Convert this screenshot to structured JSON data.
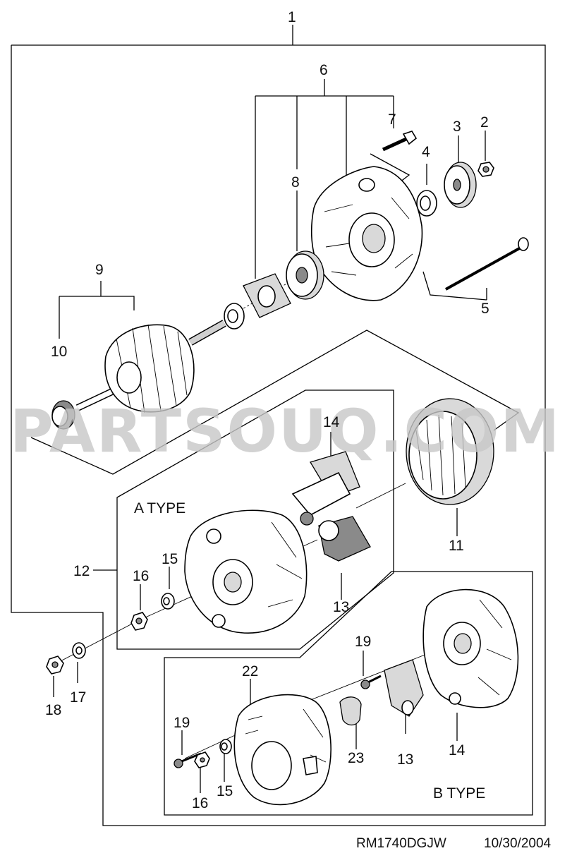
{
  "labels": {
    "p1": "1",
    "p2": "2",
    "p3": "3",
    "p4": "4",
    "p5": "5",
    "p6": "6",
    "p7": "7",
    "p8": "8",
    "p9": "9",
    "p10": "10",
    "p11": "11",
    "p12": "12",
    "p13a": "13",
    "p14a": "14",
    "p15a": "15",
    "p16a": "16",
    "p17": "17",
    "p18": "18",
    "p19a": "19",
    "p19b": "19",
    "p22": "22",
    "p13b": "13",
    "p23": "23",
    "p14b": "14",
    "p15b": "15",
    "p16b": "16"
  },
  "group_titles": {
    "a_type": "A TYPE",
    "b_type": "B TYPE"
  },
  "footer": {
    "code": "RM1740DGJW",
    "date": "10/30/2004"
  },
  "watermark": "PARTSOUQ.COM"
}
